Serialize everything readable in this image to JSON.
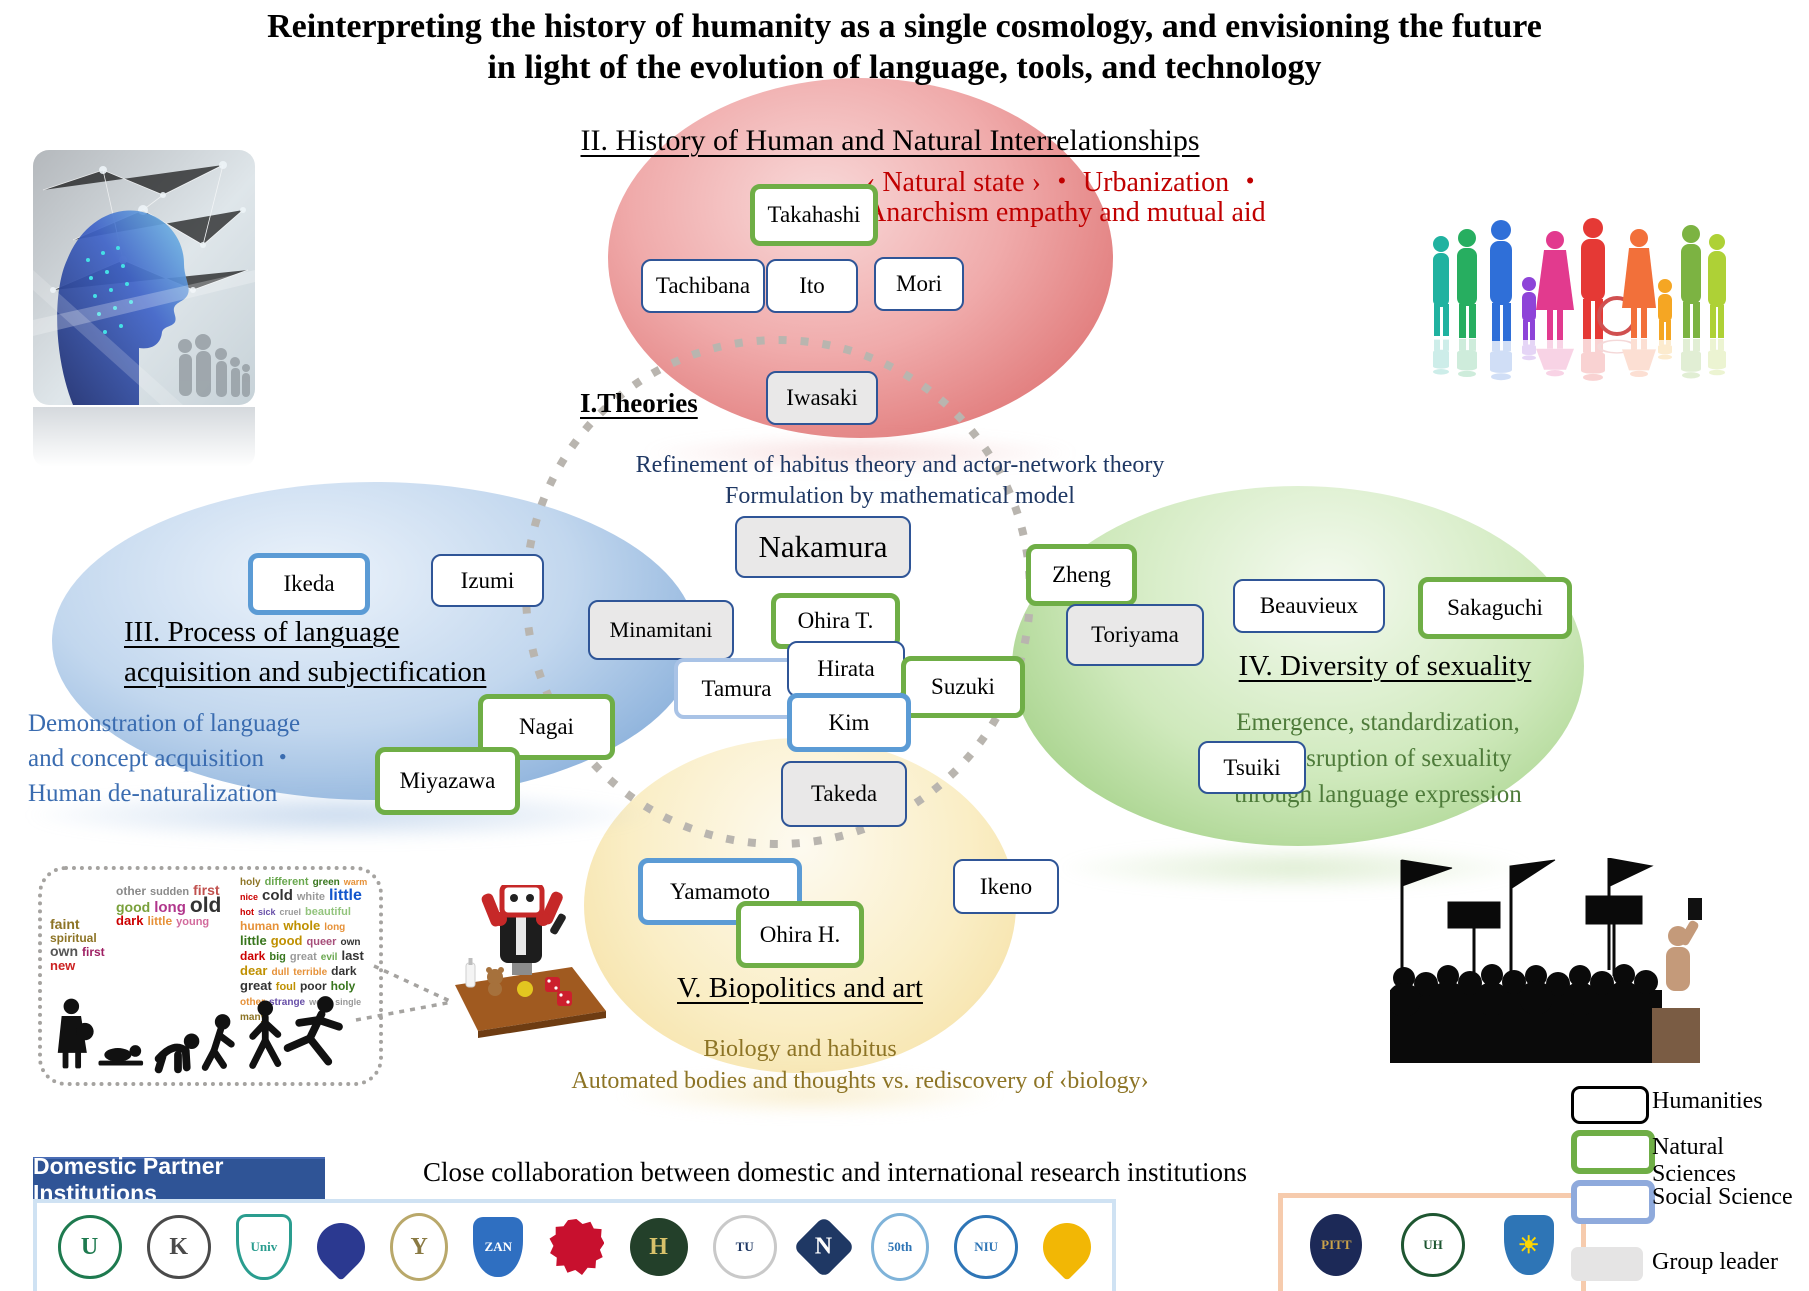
{
  "title": {
    "line1": "Reinterpreting the history of humanity as a single cosmology, and envisioning the future",
    "line2": "in light of the evolution of language, tools, and technology"
  },
  "sections": {
    "theories": {
      "label": "I.Theories",
      "line1": "Refinement of habitus theory and actor-network theory",
      "line2": "Formulation by mathematical model"
    },
    "history": {
      "title": "II. History of Human and Natural Interrelationships",
      "line1": "‹ Natural state › ・ Urbanization ・",
      "line2": "Anarchism empathy and mutual aid",
      "accent_color": "#c00000"
    },
    "language": {
      "title_line1": "III. Process of language",
      "title_line2": "acquisition and subjectification",
      "line1": "Demonstration of language",
      "line2": "and concept acquisition ・",
      "line3": "Human de-naturalization",
      "accent_color": "#3a6cb0"
    },
    "sexuality": {
      "title": "IV. Diversity of sexuality",
      "line1": "Emergence, standardization,",
      "line2": "and disruption of sexuality",
      "line3": "through language expression",
      "accent_color": "#4e7b3a"
    },
    "biopolitics": {
      "title": "V. Biopolitics and art",
      "line1": "Biology and habitus",
      "line2": "Automated bodies and thoughts vs. rediscovery of ‹biology›",
      "accent_color": "#8d7425"
    }
  },
  "members": {
    "takahashi": "Takahashi",
    "tachibana": "Tachibana",
    "ito": "Ito",
    "mori": "Mori",
    "iwasaki": "Iwasaki",
    "nakamura": "Nakamura",
    "zheng": "Zheng",
    "ohira_t": "Ohira T.",
    "minamitani": "Minamitani",
    "toriyama": "Toriyama",
    "beauvieux": "Beauvieux",
    "sakaguchi": "Sakaguchi",
    "tamura": "Tamura",
    "hirata": "Hirata",
    "suzuki": "Suzuki",
    "kim": "Kim",
    "takeda": "Takeda",
    "yamamoto": "Yamamoto",
    "ikeno": "Ikeno",
    "ohira_h": "Ohira H.",
    "ikeda": "Ikeda",
    "izumi": "Izumi",
    "nagai": "Nagai",
    "miyazawa": "Miyazawa",
    "tsuiki": "Tsuiki"
  },
  "legend": {
    "items": [
      {
        "label": "Humanities",
        "style": "black-outline"
      },
      {
        "label": "Natural Sciences",
        "style": "green-outline",
        "color": "#6fae46"
      },
      {
        "label": "Social Science",
        "style": "blue-outline",
        "color": "#8faadc"
      },
      {
        "label": "Group leader",
        "style": "gray-fill",
        "color": "#e5e4e4"
      }
    ]
  },
  "footer": {
    "collaboration": "Close collaboration between domestic and international research institutions",
    "domestic_header": "Domestic Partner Institutions"
  },
  "logos": {
    "domestic": [
      {
        "name": "green-city-emblem-logo",
        "shape": "circle",
        "bg": "#ffffff",
        "border": "#1e7a4f",
        "fg": "#1e7a4f",
        "glyph": "U"
      },
      {
        "name": "kyoto-university-seal",
        "shape": "circle",
        "bg": "#ffffff",
        "border": "#4a4a4a",
        "fg": "#4a4a4a",
        "glyph": "K"
      },
      {
        "name": "teal-shield-univ-logo",
        "shape": "shield",
        "bg": "#ffffff",
        "border": "#2a9d8f",
        "fg": "#2a9d8f",
        "glyph": "Univ"
      },
      {
        "name": "osaka-ginkgo-logo",
        "shape": "fan",
        "bg": "#2b3990",
        "fg": "#ffffff",
        "glyph": ""
      },
      {
        "name": "winged-staff-crest-logo",
        "shape": "oval",
        "bg": "#ffffff",
        "border": "#b9a86a",
        "fg": "#8a7a43",
        "glyph": "Y"
      },
      {
        "name": "nanzan-university-shield",
        "shape": "shield",
        "bg": "#2f6fc1",
        "fg": "#ffffff",
        "glyph": "ZAN"
      },
      {
        "name": "red-sunburst-logo",
        "shape": "burst",
        "bg": "#c8102e",
        "fg": "#c8102e",
        "glyph": ""
      },
      {
        "name": "hiroshima-university-seal",
        "shape": "circle",
        "bg": "#23402a",
        "fg": "#d8c26a",
        "glyph": "H"
      },
      {
        "name": "tokushima-university-logo",
        "shape": "circle",
        "bg": "#ffffff",
        "border": "#c9c9c9",
        "fg": "#1f3864",
        "glyph": "TU"
      },
      {
        "name": "navy-diamond-emblem-logo",
        "shape": "diamond",
        "bg": "#1f3864",
        "fg": "#ffffff",
        "glyph": "N"
      },
      {
        "name": "elib-50th-wings-logo",
        "shape": "oval",
        "bg": "#ffffff",
        "border": "#7fb3d9",
        "fg": "#2e75b6",
        "glyph": "50th"
      },
      {
        "name": "niu-ship-logo",
        "shape": "circle",
        "bg": "#ffffff",
        "border": "#2e75b6",
        "fg": "#2e75b6",
        "glyph": "NIU"
      },
      {
        "name": "yellow-ginkgo-logo",
        "shape": "fan",
        "bg": "#f2b705",
        "fg": "#1f6fb4",
        "glyph": ""
      }
    ],
    "international": [
      {
        "name": "university-of-pittsburgh-seal",
        "shape": "oval",
        "bg": "#1c2957",
        "fg": "#c9a24a",
        "glyph": "PITT"
      },
      {
        "name": "university-of-hawaii-seal",
        "shape": "circle",
        "bg": "#ffffff",
        "border": "#1e5631",
        "fg": "#1e5631",
        "glyph": "UH"
      },
      {
        "name": "fiat-lux-shield-logo",
        "shape": "shield",
        "bg": "#2e75b6",
        "fg": "#ffd700",
        "glyph": "☀"
      }
    ]
  },
  "wordcloud": {
    "clusters": [
      {
        "words": [
          {
            "t": "faint",
            "c": "#8d7425",
            "s": 14
          },
          {
            "t": "spiritual",
            "c": "#8d7425",
            "s": 12
          },
          {
            "t": "own",
            "c": "#555555",
            "s": 14
          },
          {
            "t": "first",
            "c": "#9e1f63",
            "s": 12
          },
          {
            "t": "new",
            "c": "#cc2222",
            "s": 13
          }
        ]
      },
      {
        "words": [
          {
            "t": "other",
            "c": "#8a8a8a",
            "s": 12
          },
          {
            "t": "sudden",
            "c": "#8a8a8a",
            "s": 11
          },
          {
            "t": "first",
            "c": "#c0504d",
            "s": 14
          },
          {
            "t": "good",
            "c": "#7aa13c",
            "s": 14
          },
          {
            "t": "long",
            "c": "#b1368c",
            "s": 15
          },
          {
            "t": "old",
            "c": "#333333",
            "s": 21
          },
          {
            "t": "dark",
            "c": "#cc0000",
            "s": 13
          },
          {
            "t": "little",
            "c": "#e69138",
            "s": 12
          },
          {
            "t": "young",
            "c": "#d26a9c",
            "s": 11
          }
        ]
      },
      {
        "words": [
          {
            "t": "holy",
            "c": "#8d7425",
            "s": 10
          },
          {
            "t": "different",
            "c": "#6aa84f",
            "s": 11
          },
          {
            "t": "green",
            "c": "#38761d",
            "s": 10
          },
          {
            "t": "warm",
            "c": "#e69138",
            "s": 9
          },
          {
            "t": "nice",
            "c": "#cc0000",
            "s": 9
          },
          {
            "t": "cold",
            "c": "#333333",
            "s": 15
          },
          {
            "t": "white",
            "c": "#999999",
            "s": 11
          },
          {
            "t": "little",
            "c": "#1155cc",
            "s": 16
          },
          {
            "t": "hot",
            "c": "#cc0000",
            "s": 9
          },
          {
            "t": "sick",
            "c": "#674ea7",
            "s": 9
          },
          {
            "t": "cruel",
            "c": "#999999",
            "s": 9
          },
          {
            "t": "beautiful",
            "c": "#93c47d",
            "s": 11
          },
          {
            "t": "human",
            "c": "#e69138",
            "s": 12
          },
          {
            "t": "whole",
            "c": "#bf9000",
            "s": 13
          },
          {
            "t": "long",
            "c": "#e69138",
            "s": 10
          },
          {
            "t": "little",
            "c": "#38761d",
            "s": 13
          },
          {
            "t": "good",
            "c": "#bf9000",
            "s": 13
          },
          {
            "t": "queer",
            "c": "#a64d79",
            "s": 11
          },
          {
            "t": "own",
            "c": "#333333",
            "s": 10
          },
          {
            "t": "dark",
            "c": "#cc0000",
            "s": 12
          },
          {
            "t": "big",
            "c": "#38761d",
            "s": 11
          },
          {
            "t": "great",
            "c": "#999999",
            "s": 11
          },
          {
            "t": "evil",
            "c": "#6aa84f",
            "s": 10
          },
          {
            "t": "last",
            "c": "#333333",
            "s": 13
          },
          {
            "t": "dear",
            "c": "#bf9000",
            "s": 13
          },
          {
            "t": "dull",
            "c": "#e69138",
            "s": 10
          },
          {
            "t": "terrible",
            "c": "#e69138",
            "s": 10
          },
          {
            "t": "dark",
            "c": "#333333",
            "s": 12
          },
          {
            "t": "great",
            "c": "#333333",
            "s": 13
          },
          {
            "t": "foul",
            "c": "#bf9000",
            "s": 11
          },
          {
            "t": "poor",
            "c": "#333333",
            "s": 12
          },
          {
            "t": "holy",
            "c": "#38761d",
            "s": 12
          },
          {
            "t": "other",
            "c": "#e69138",
            "s": 10
          },
          {
            "t": "strange",
            "c": "#674ea7",
            "s": 10
          },
          {
            "t": "weak",
            "c": "#999999",
            "s": 9
          },
          {
            "t": "single",
            "c": "#999999",
            "s": 9
          },
          {
            "t": "many",
            "c": "#8d7425",
            "s": 10
          }
        ]
      }
    ]
  }
}
